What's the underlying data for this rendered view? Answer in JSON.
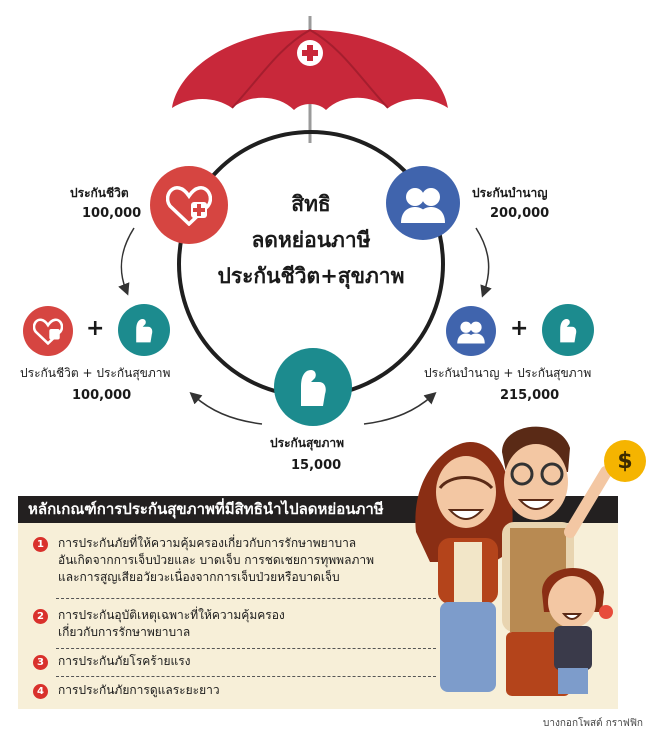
{
  "center": {
    "line1": "สิทธิ",
    "line2": "ลดหย่อนภาษี",
    "line3": "ประกันชีวิต+สุขภาพ"
  },
  "life": {
    "label": "ประกันชีวิต",
    "amount": "100,000"
  },
  "pension": {
    "label": "ประกันบำนาญ",
    "amount": "200,000"
  },
  "health": {
    "label": "ประกันสุขภาพ",
    "amount": "15,000"
  },
  "combo_left": {
    "label": "ประกันชีวิต + ประกันสุขภาพ",
    "amount": "100,000",
    "plus": "+"
  },
  "combo_right": {
    "label": "ประกันบำนาญ + ประกันสุขภาพ",
    "amount": "215,000",
    "plus": "+"
  },
  "criteria": {
    "title": "หลักเกณฑ์การประกันสุขภาพที่มีสิทธินำไปลดหย่อนภาษี",
    "items": [
      {
        "num": "1",
        "lines": [
          "การประกันภัยที่ให้ความคุ้มครองเกี่ยวกับการรักษาพยาบาล",
          "อันเกิดจากการเจ็บป่วยและ บาดเจ็บ การชดเชยการทุพพลภาพ",
          "และการสูญเสียอวัยวะเนื่องจากการเจ็บป่วยหรือบาดเจ็บ"
        ]
      },
      {
        "num": "2",
        "lines": [
          "การประกันอุบัติเหตุเฉพาะที่ให้ความคุ้มครอง",
          "เกี่ยวกับการรักษาพยาบาล"
        ]
      },
      {
        "num": "3",
        "lines": [
          "การประกันภัยโรคร้ายแรง"
        ]
      },
      {
        "num": "4",
        "lines": [
          "การประกันภัยการดูแลระยะยาว"
        ]
      }
    ]
  },
  "coin_symbol": "$",
  "credit": "บางกอกโพสต์ กราฟฟิก",
  "colors": {
    "red": "#d64541",
    "blue": "#4064ad",
    "teal": "#1c8b8e",
    "umbrella": "#c8283a",
    "badge": "#d9312c"
  }
}
